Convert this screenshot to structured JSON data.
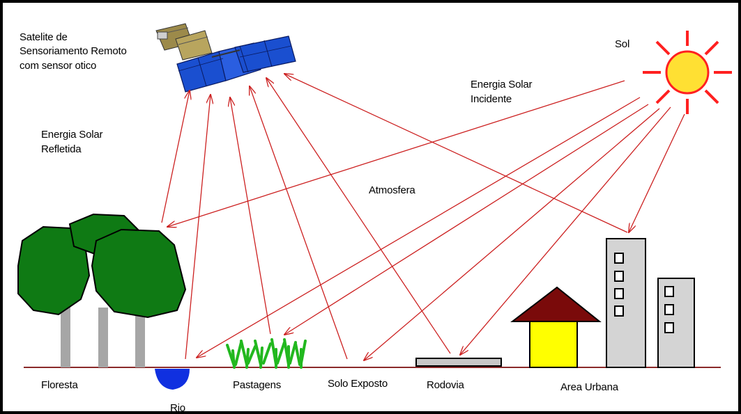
{
  "labels": {
    "satellite_line1": "Satelite de",
    "satellite_line2": "Sensoriamento Remoto",
    "satellite_line3": "com sensor otico",
    "sun": "Sol",
    "incident_line1": "Energia Solar",
    "incident_line2": "Incidente",
    "reflected_line1": "Energia Solar",
    "reflected_line2": "Refletida",
    "atmosphere": "Atmosfera",
    "forest": "Floresta",
    "river": "Rio",
    "pasture": "Pastagens",
    "bare_soil": "Solo Exposto",
    "highway": "Rodovia",
    "urban": "Area Urbana"
  },
  "colors": {
    "frame": "#000000",
    "arrow": "#cc2020",
    "ground_line": "#8a2a2a",
    "sun_fill": "#ffe033",
    "sun_rays": "#ff2020",
    "tree_foliage": "#0f7a14",
    "tree_trunk": "#a6a6a6",
    "river_water": "#1030e0",
    "grass": "#22b81f",
    "road": "#c8c8c8",
    "house_roof": "#7a0a0a",
    "house_wall": "#ffff00",
    "building": "#d4d4d4",
    "satellite_panel": "#1a4fd0",
    "satellite_body": "#9c8a4a"
  },
  "icons": [
    "satellite-icon",
    "sun-icon",
    "tree-icon",
    "grass-icon",
    "house-icon",
    "building-icon"
  ]
}
